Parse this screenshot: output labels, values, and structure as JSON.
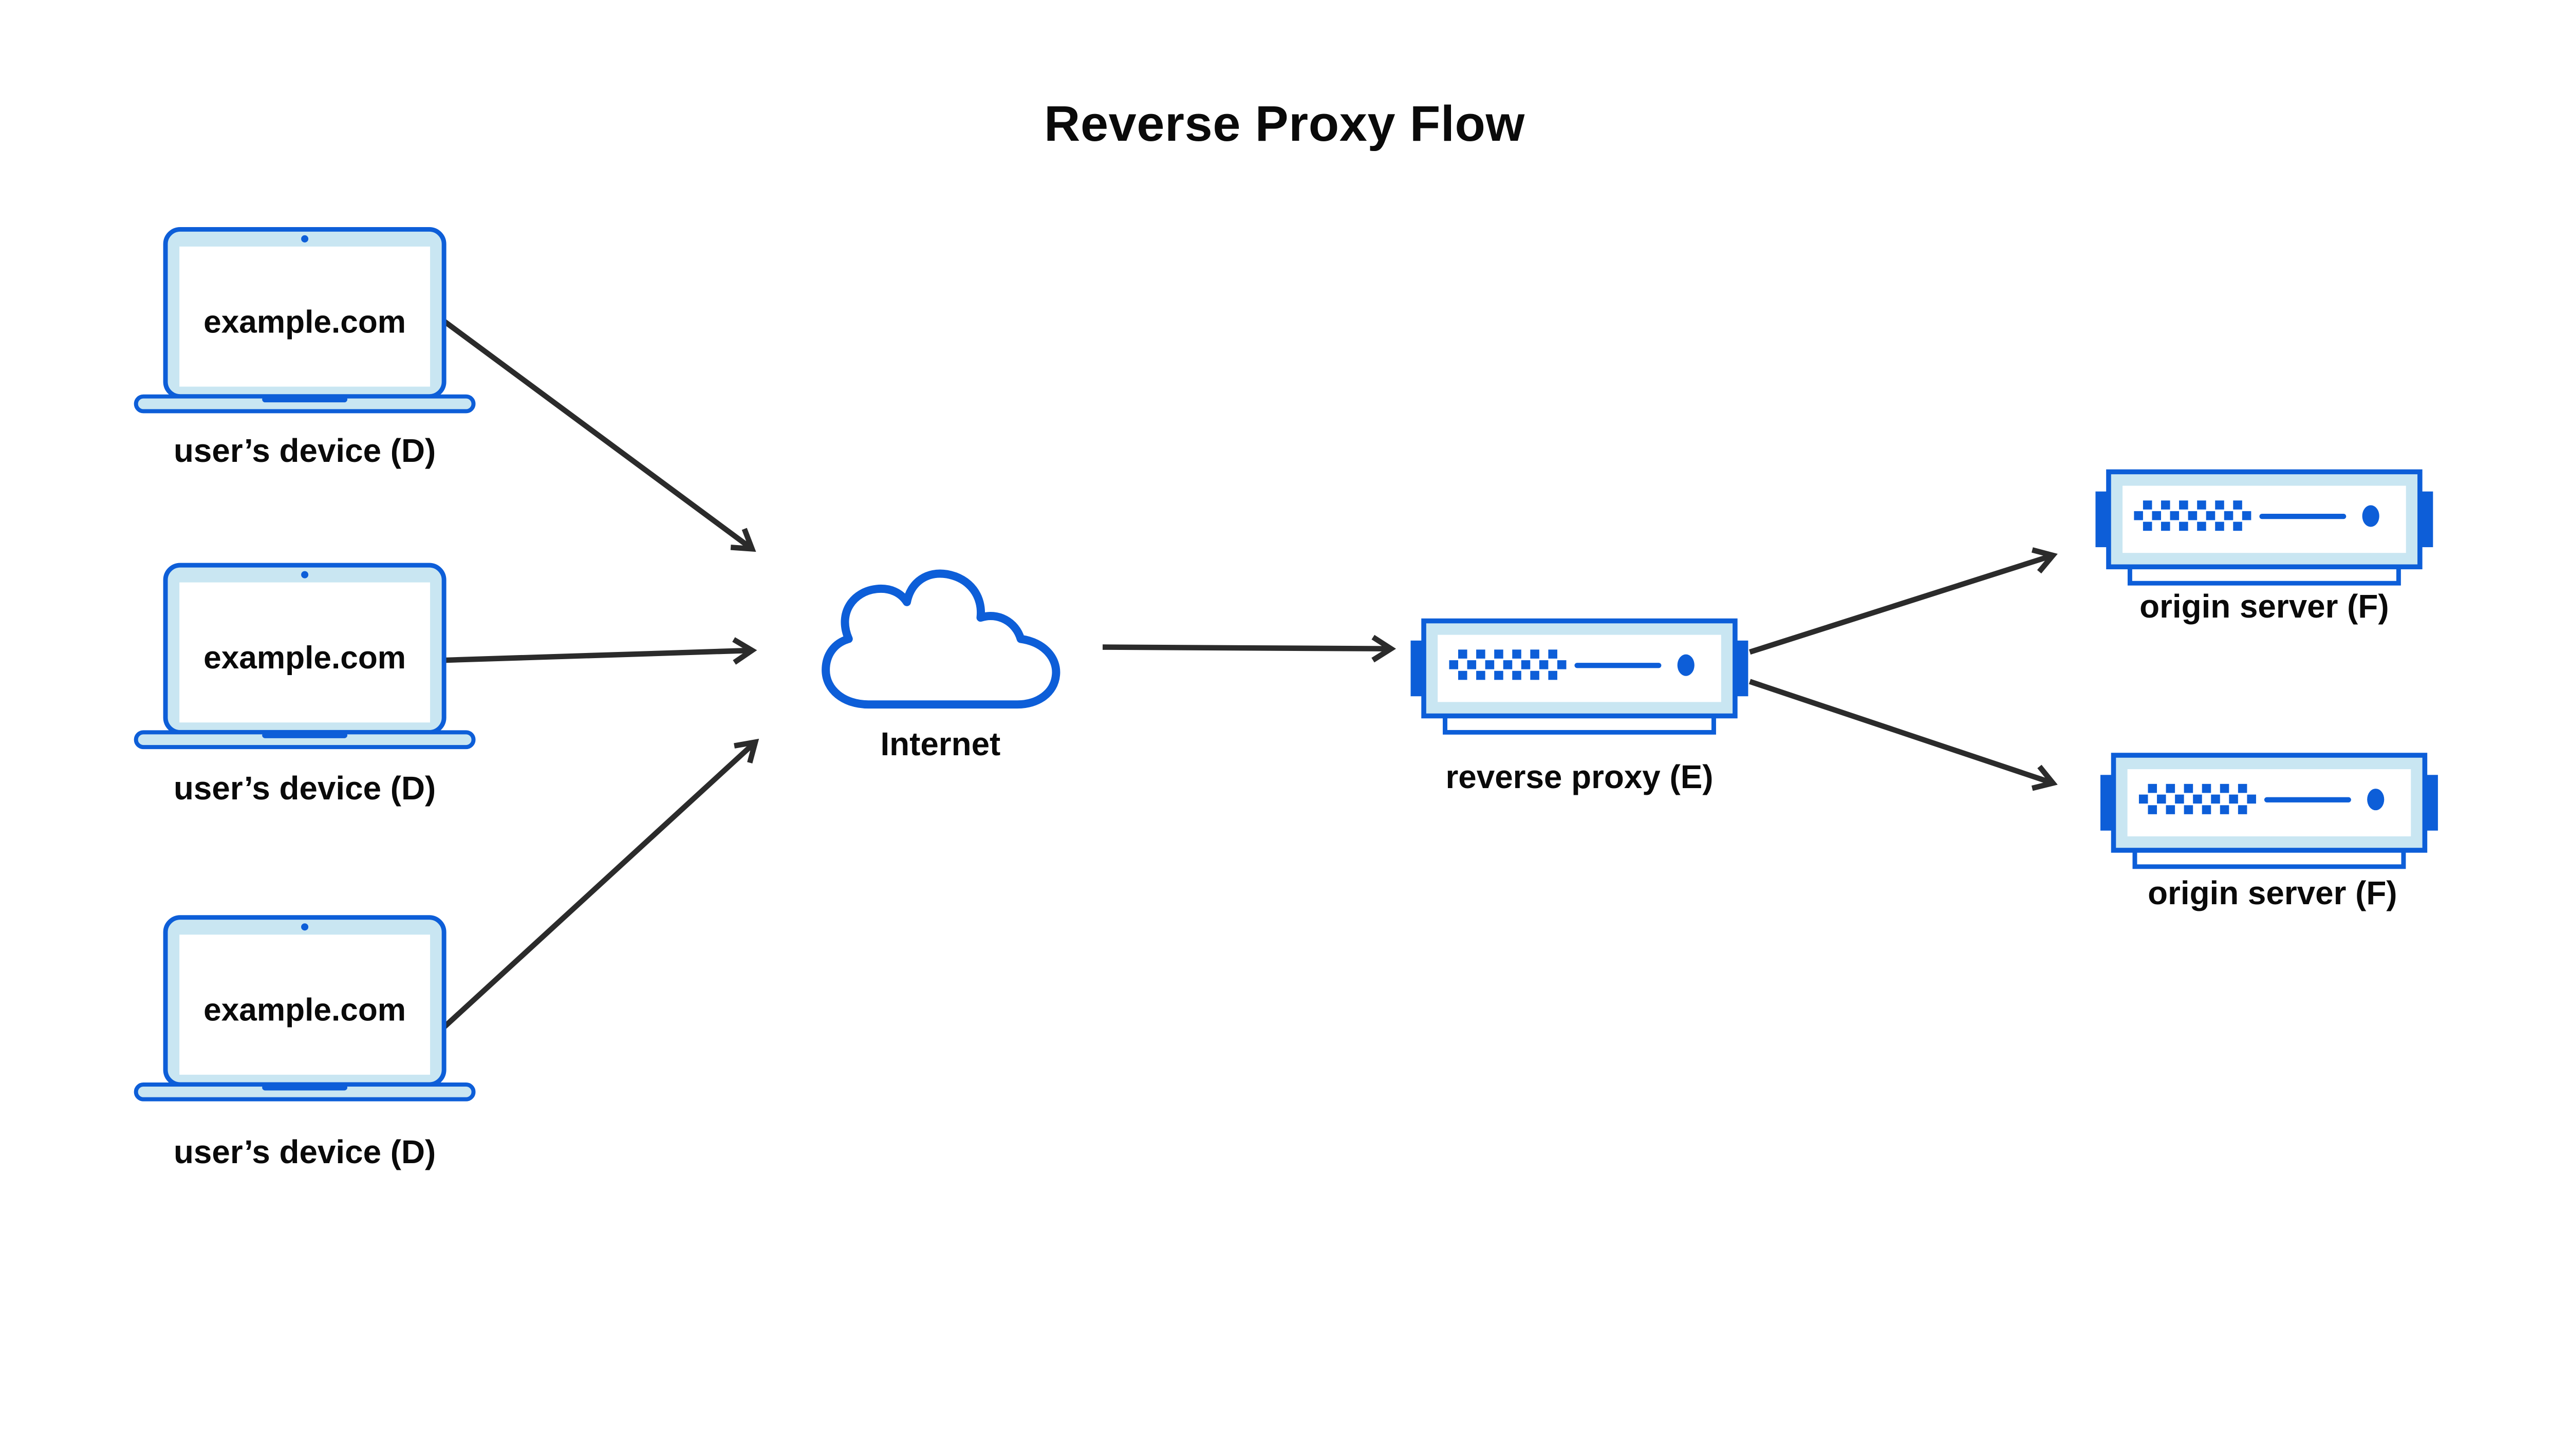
{
  "title": "Reverse Proxy Flow",
  "devices": [
    {
      "screen_text": "example.com",
      "label": "user’s device (D)",
      "icon": "laptop-icon"
    },
    {
      "screen_text": "example.com",
      "label": "user’s device (D)",
      "icon": "laptop-icon"
    },
    {
      "screen_text": "example.com",
      "label": "user’s device (D)",
      "icon": "laptop-icon"
    }
  ],
  "internet": {
    "label": "Internet",
    "icon": "cloud-icon"
  },
  "reverse_proxy": {
    "label": "reverse proxy (E)",
    "icon": "server-icon"
  },
  "origin_servers": [
    {
      "label": "origin server (F)",
      "icon": "server-icon"
    },
    {
      "label": "origin server (F)",
      "icon": "server-icon"
    }
  ],
  "colors": {
    "blue": "#0d5ed8",
    "light_blue": "#c9e6f2",
    "arrow": "#2b2b2b",
    "text": "#0a0a0a",
    "background": "#ffffff"
  }
}
